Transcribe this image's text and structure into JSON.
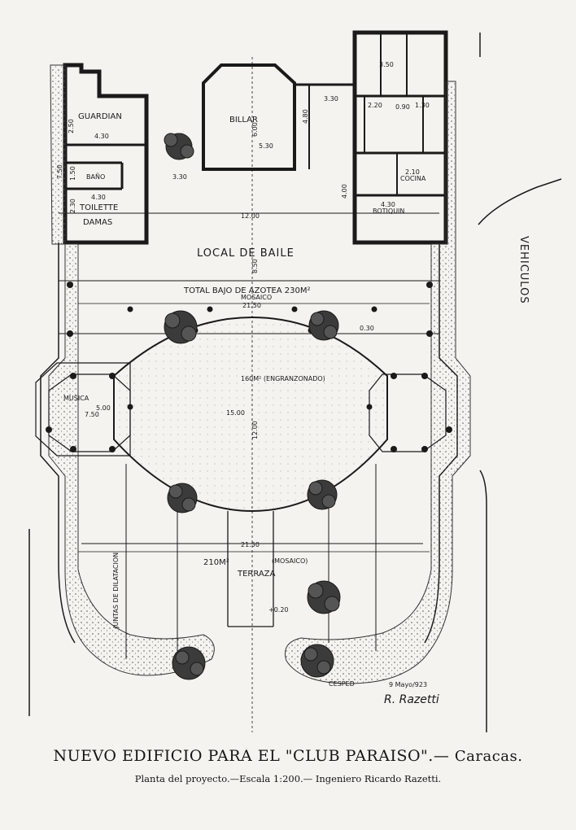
{
  "title": {
    "main": "NUEVO EDIFICIO PARA EL \"CLUB PARAISO\".—",
    "city": "Caracas.",
    "subtitle": "Planta del proyecto.—Escala 1:200.— Ingeniero Ricardo Razetti."
  },
  "rooms": {
    "guardian": "GUARDIAN",
    "bano": "BAÑO",
    "toilette": "TOILETTE",
    "damas": "DAMAS",
    "billar": "BILLAR",
    "cocina": "COCINA",
    "botiquin": "BOTIQUIN",
    "local_baile": "LOCAL DE BAILE",
    "total_azotea": "TOTAL BAJO DE AZOTEA 230M²",
    "mosaico_1": "MOSAICO",
    "musica": "MUSICA",
    "ensanzonado": "160M² (ENGRANZONADO)",
    "terraza_area": "210M²",
    "mosaico_2": "(MOSAICO)",
    "terraza": "TERRAZA",
    "vehiculos": "VEHICULOS",
    "juntas": "JUNTAS DE DILATACION",
    "cesped": "CESPED",
    "signature": "R. Razetti",
    "date": "9 Mayo/923"
  },
  "dims": {
    "d_4_30_top": "4.30",
    "d_3_30": "3.30",
    "d_2_50": "2.50",
    "d_7_50": "7.50",
    "d_1_50": "1.50",
    "d_4_30_bot": "4.30",
    "d_2_30": "2.30",
    "d_6_00": "6.00",
    "d_5_30": "5.30",
    "d_4_80": "4.80",
    "d_3_30_b": "3.30",
    "d_3_50": "3.50",
    "d_2_20": "2.20",
    "d_0_90": "0.90",
    "d_1_30": "1.30",
    "d_2_10": "2.10",
    "d_4_30_r": "4.30",
    "d_4_00": "4.00",
    "d_12_00": "12.00",
    "d_8_50": "8.50",
    "d_21_50_a": "21.50",
    "d_0_30": "0.30",
    "d_15_00": "15.00",
    "d_12_00_b": "12.00",
    "d_7_50_b": "7.50",
    "d_5_00": "5.00",
    "d_21_50_b": "21.50",
    "d_0_20": "+0.20"
  }
}
